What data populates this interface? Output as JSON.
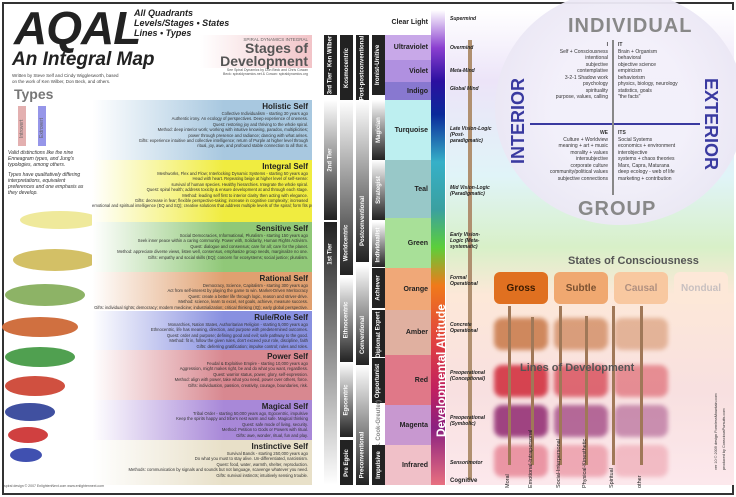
{
  "header": {
    "title": "AQAL",
    "subtitle": "An Integral Map",
    "credit": "Written by Steve Self and Cindy Wigglesworth, based on the work of Ken Wilber, Don Beck, and others.",
    "tagline": [
      "All Quadrants",
      "Levels/Stages • States",
      "Lines • Types"
    ]
  },
  "types": {
    "title": "Types",
    "introvert": "Introvert",
    "extrovert": "Extrovert",
    "note1": "Valid distinctions like the nine Enneagram types, and Jung's typologies, among others.",
    "note2": "Types have qualitatively differing interpretations, equivalent preferences and one emphasis as they develop."
  },
  "stages_header": {
    "kicker": "SPIRAL DYNAMICS INTEGRAL",
    "title": "Stages of Development",
    "ref1": "See Spiral Dynamics by Don Beck and Chris Cowan",
    "ref2": "Beck: spiraldynamics.net & Cowan: spiraldynamics.org"
  },
  "stages": [
    {
      "name": "Holistic Self",
      "color": "#a8c8e0",
      "lines": [
        "Collective Individualism - starting 30 years ago",
        "Authentic irony. An ecology of perspectives. Deep experience of oneness.",
        "Quest: restoring joy and thriving to the whole spiral.",
        "Method: deep interior work; working with intuitive knowing, paradox, multiplicities;",
        "power through presence and radiance; dancing with what arises.",
        "Gifts: experience intuitive and collective intelligence; return of Purple at higher level through",
        "ritual, joy, awe, and profound stable connection to all that is."
      ]
    },
    {
      "name": "Integral Self",
      "color": "#f0ec40",
      "lines": [
        "Meshworks, Flex and Flow; Interlocking Dynamic Systems - starting 50 years ago",
        "Head with heart. Repeating beige at higher level of self-sense:",
        "survival of human species. Healthy hierarchies. Integrate the whole spiral.",
        "Quest: spiral health; address toxicity & ensure development at and through each stage.",
        "Method: leading self first to interior clarity then acting with elegance.",
        "Gifts: decrease in fear; flexible perspective-taking; increase in cognitive complexity; increased",
        "emotional and spiritual intelligence (EQ and SQ); creative solutions that address multiple levels of the spiral; form fits purpose."
      ]
    },
    {
      "name": "Sensitive Self",
      "color": "#90c878",
      "lines": [
        "Social Democracies, Informational, Pluralism - starting 150 years ago",
        "Seek inner peace within a caring community. Power with, Solidarity, Human Rights Activism.",
        "Quest: dialogue and consensus; care for all; care for the planet.",
        "Method: appreciate diverse views, listen well, consensus, emphasize group needs, marginalize no one.",
        "Gifts: empathy and social skills (EQ); concern for ecosystems; social justice; pluralism."
      ]
    },
    {
      "name": "Rational Self",
      "color": "#e0a070",
      "lines": [
        "Democracy, Science, Capitalism - starting 300 years ago",
        "Act from self-interest by playing the game to win. Market-Driven Meritocracy",
        "Quest: create a better life through logic, reason and striver-drive.",
        "Method: science, learn to excel, set goals, achieve, measure success.",
        "Gifts: individual rights; democracy; modern medicine; industrialization; critical thinking (IQ); early global perspective."
      ]
    },
    {
      "name": "Rule/Role Self",
      "color": "#8890e0",
      "lines": [
        "Monarchies, Nation States, Authoritarian Religion - starting 5,000 years ago",
        "Ethnocentric, life has meaning, direction, and purpose with predetermined outcomes.",
        "Quest: order and purpose; defining good and evil; safe pathway to the good.",
        "Method: fit in, follow the given rules, don't exceed your role, discipline, faith",
        "Gifts: deferring gratification; impulse control; rules and roles."
      ]
    },
    {
      "name": "Power Self",
      "color": "#d88890",
      "lines": [
        "Feudal & Exploitive Empire - starting 10,000 years ago",
        "Aggression, might makes right, be and do what you want, regardless.",
        "Quest: warrior status, power, glory, self-expression.",
        "Method: align with power, take what you need, power over others, force.",
        "Gifts: individuation, passion, creativity, courage, boundaries, risk."
      ]
    },
    {
      "name": "Magical Self",
      "color": "#a888d8",
      "lines": [
        "Tribal Order - starting 50,000 years ago, Egocentric, impulsive",
        "Keep the spirits happy and tribe's nest warm and safe. Magical thinking",
        "Quest: safe mode of living, security.",
        "Method: Petition to Gods or Powers with ritual.",
        "Gifts: awe, wonder, ritual, fun and play."
      ]
    },
    {
      "name": "Instinctive Self",
      "color": "#e8e0c8",
      "lines": [
        "Survival Bands - starting 250,000 years ago",
        "Do what you must to stay alive. Un-differentiated, narcissism.",
        "Quest: food, water, warmth, shelter, reproduction.",
        "Methods: communication by signals and sounds but not language, scavenge whatever you need.",
        "Gifts: survival instincts; intuitively sensing trouble."
      ]
    }
  ],
  "bands": [
    {
      "name": "Clear Light",
      "color": "#ffffff"
    },
    {
      "name": "Ultraviolet",
      "color": "#c8a8e8"
    },
    {
      "name": "Violet",
      "color": "#b090e0"
    },
    {
      "name": "Indigo",
      "color": "#8878d0"
    },
    {
      "name": "Turquoise",
      "color": "#bdeff0"
    },
    {
      "name": "Teal",
      "color": "#98c8c8"
    },
    {
      "name": "Green",
      "color": "#a8e098"
    },
    {
      "name": "Orange",
      "color": "#f0a878"
    },
    {
      "name": "Amber",
      "color": "#e0b0a0"
    },
    {
      "name": "Red",
      "color": "#e07888"
    },
    {
      "name": "Magenta",
      "color": "#c898d0"
    },
    {
      "name": "Infrared",
      "color": "#f0c0c8"
    }
  ],
  "columns": {
    "tier3": "3rd Tier - Ken Wilber",
    "tier2": "2nd Tier",
    "tier1": "1st Tier",
    "kosmocentric": "Kosmocentric",
    "worldcentric": "Worldcentric",
    "ethnocentric": "Ethnocentric",
    "egocentric": "Egocentric",
    "preegoic": "Pre Egoic",
    "postpost": "Post-postconventional",
    "postconv": "Postconventional",
    "conventional": "Conventional",
    "preconv": "Preconventional",
    "ironist": "Ironist-Unitive",
    "magician": "Magician",
    "strategist": "Strategist",
    "individualist": "Individualist",
    "achiever": "Achiever",
    "expert": "Expert",
    "diplomat": "Diplomat",
    "opportunist": "Opportunist",
    "cookgreuter": "(S. Cook-Greuter)",
    "impulsive": "Impulsive"
  },
  "altitude": "Developmental Altitude",
  "levels": [
    "Supermind",
    "Overmind",
    "Meta-Mind",
    "Global Mind",
    "Late Vision-Logic (Post-paradigmatic)",
    "Mid Vision-Logic (Paradigmatic)",
    "Early Vision-Logic (Meta-systematic)",
    "Formal Operational",
    "Concrete Operational",
    "Preoperational (Conceptional)",
    "Preoperational (Symbolic)",
    "Sensorimotor",
    "Cognitive"
  ],
  "quadrants": {
    "individual": "INDIVIDUAL",
    "group": "GROUP",
    "interior": "INTERIOR",
    "exterior": "EXTERIOR",
    "I": {
      "title": "I",
      "lines": [
        "Self + Consciousness",
        "intentional",
        "subjective",
        "contemplative",
        "3-2-1 Shadow work",
        "psychology",
        "spirituality",
        "purpose, values, calling"
      ]
    },
    "IT": {
      "title": "IT",
      "lines": [
        "Brain + Organism",
        "behavioral",
        "objective science",
        "empiricism",
        "behaviorism",
        "physics, biology, neurology",
        "statistics, goals",
        "\"the facts\""
      ]
    },
    "WE": {
      "title": "WE",
      "lines": [
        "Culture + Worldview",
        "meaning + art + music",
        "morality + values",
        "intersubjective",
        "corporate culture",
        "community/political values",
        "subjective connections"
      ]
    },
    "ITS": {
      "title": "ITS",
      "lines": [
        "Social Systems",
        "economics + environment",
        "interobjective",
        "systems + chaos theories",
        "Marx, Capra, Maturana",
        "deep ecology - web of life",
        "marketing + contribution"
      ]
    }
  },
  "states": {
    "title": "States of Consciousness",
    "items": [
      "Gross",
      "Subtle",
      "Causal",
      "Nondual"
    ]
  },
  "lines_dev": {
    "title": "Lines of Development",
    "items": [
      "Moral",
      "Emotional-Intrapersonal",
      "Social-Interpersonal",
      "Physical-Kinesthetic",
      "Spiritual",
      "other"
    ]
  },
  "footer": {
    "version": "ver 10 © 2009 design FormlessMountain.com",
    "produced": "produced by ConsciousPursuits.com",
    "spiral_credit": "spiral design © 2007 EnlightenNext.com www.enlightennext.com"
  }
}
